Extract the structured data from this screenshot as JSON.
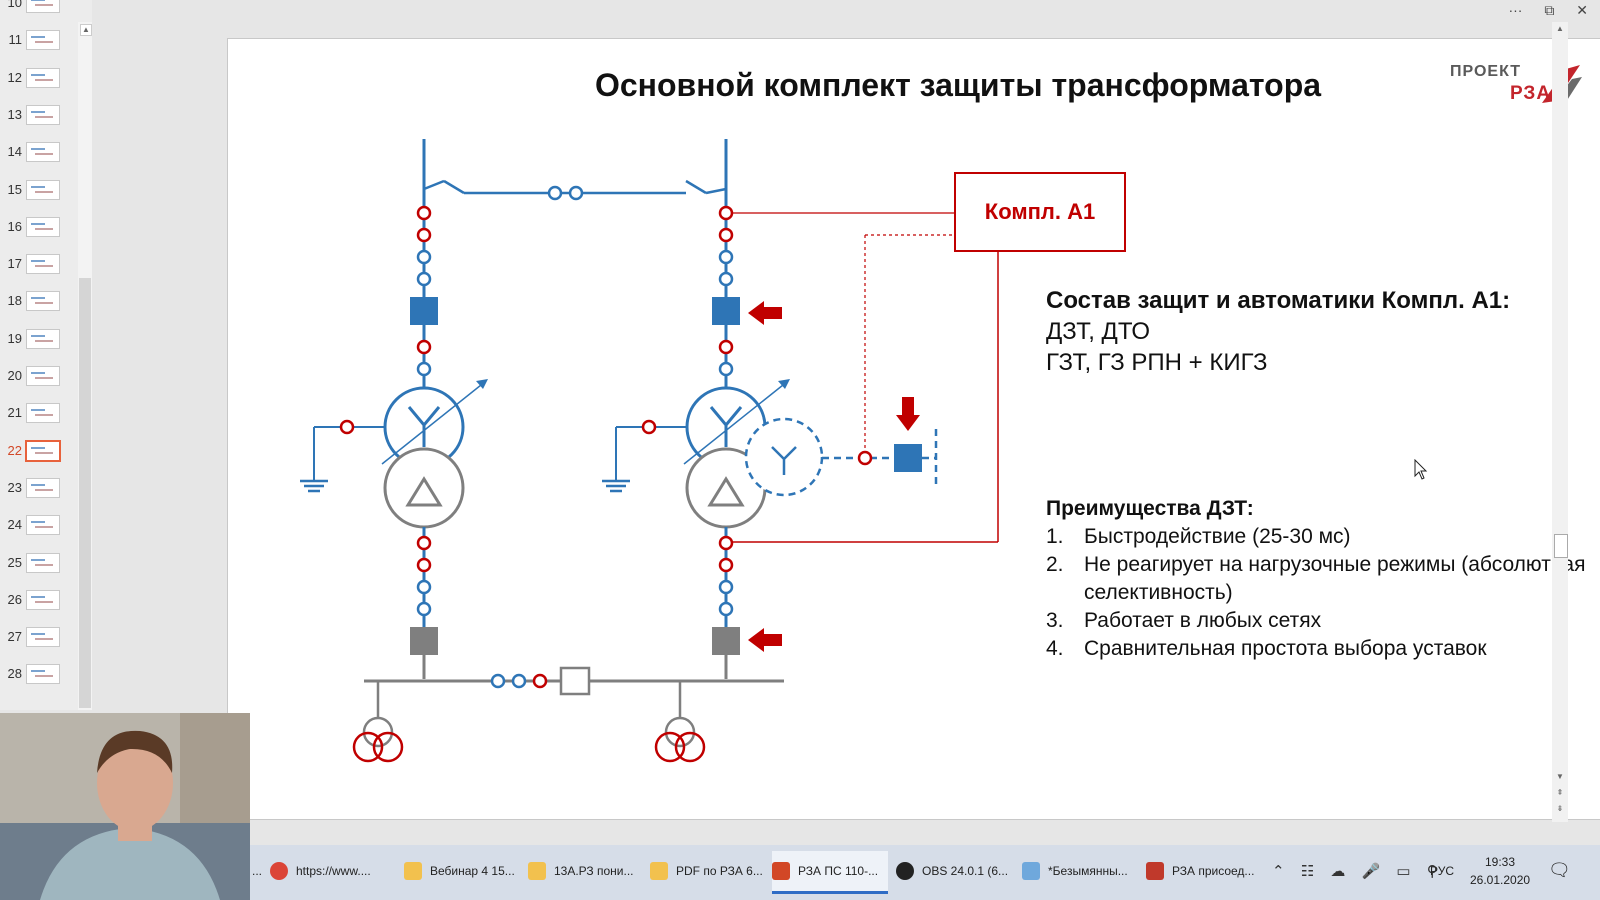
{
  "thumbnails": {
    "numbers": [
      "10",
      "11",
      "12",
      "13",
      "14",
      "15",
      "16",
      "17",
      "18",
      "19",
      "20",
      "21",
      "22",
      "23",
      "24",
      "25",
      "26",
      "27",
      "28"
    ],
    "active_index": 12
  },
  "window": {
    "more": "···",
    "restore": "⧉",
    "close": "✕"
  },
  "slide": {
    "title": "Основной комплект защиты трансформатора",
    "logo": {
      "line1": "ПРОЕКТ",
      "line2": "РЗА"
    },
    "complect_box": "Компл. А1",
    "composition": {
      "heading": "Состав защит и автоматики Компл. А1:",
      "lines": [
        "ДЗТ, ДТО",
        "ГЗТ, ГЗ РПН + КИГЗ"
      ]
    },
    "advantages": {
      "heading": "Преимущества ДЗТ:",
      "items": [
        {
          "n": "1.",
          "text": "Быстродействие (25-30 мс)"
        },
        {
          "n": "2.",
          "text": "Не реагирует на нагрузочные режимы (абсолютная селективность)"
        },
        {
          "n": "3.",
          "text": "Работает в любых сетях"
        },
        {
          "n": "4.",
          "text": "Сравнительная простота выбора уставок"
        }
      ]
    }
  },
  "colors": {
    "blue": "#2e75b6",
    "red": "#c00000",
    "gray": "#7f7f7f",
    "accent": "#e8623c"
  },
  "taskbar": {
    "items": [
      {
        "label": "...",
        "icon": "folder-icon"
      },
      {
        "label": "https://www....",
        "icon": "chrome-icon"
      },
      {
        "label": "Вебинар 4 15...",
        "icon": "folder-icon"
      },
      {
        "label": "13А.РЗ пони...",
        "icon": "folder-icon"
      },
      {
        "label": "PDF по РЗА 6...",
        "icon": "folder-icon"
      },
      {
        "label": "РЗА ПС 110-...",
        "icon": "powerpoint-icon"
      },
      {
        "label": "OBS 24.0.1 (6...",
        "icon": "obs-icon"
      },
      {
        "label": "*Безымянны...",
        "icon": "paint-icon"
      },
      {
        "label": "РЗА присоед...",
        "icon": "pdf-icon"
      }
    ],
    "tray": {
      "lang": "РУС",
      "time": "19:33",
      "date": "26.01.2020"
    }
  }
}
